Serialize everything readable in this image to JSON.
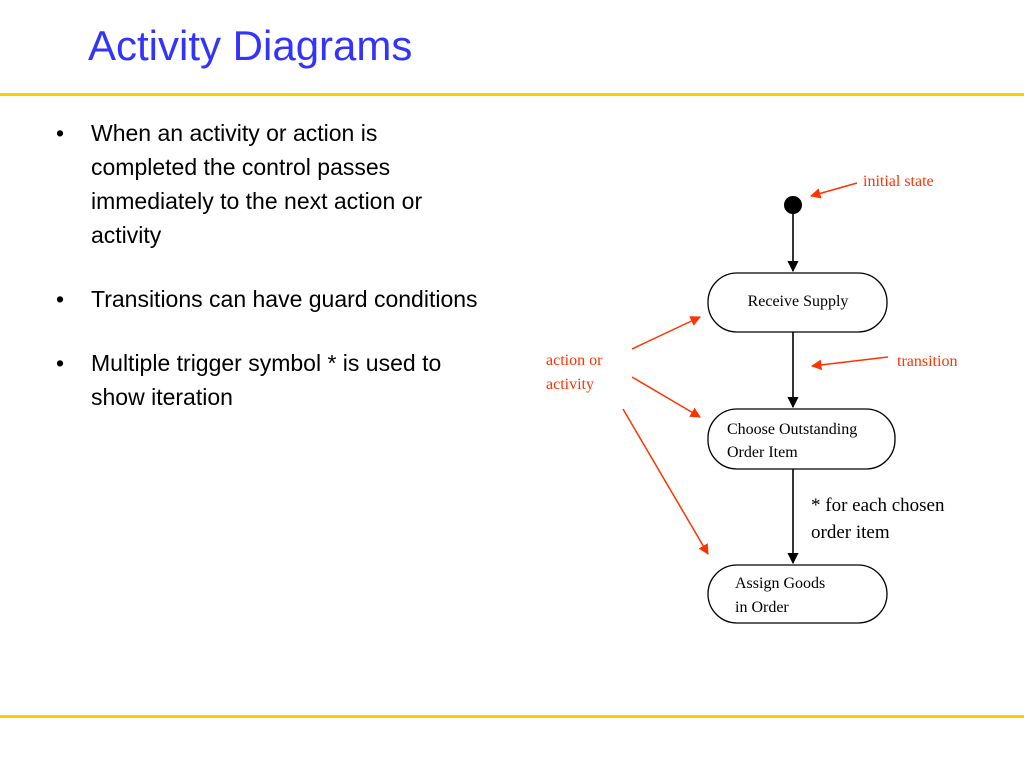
{
  "title": "Activity Diagrams",
  "bullets": [
    "When an activity or action is completed the control passes immediately to the next action or activity",
    "Transitions can have guard conditions",
    "Multiple trigger symbol * is used to show iteration"
  ],
  "bullet_glyph": "•",
  "diagram": {
    "states": [
      {
        "lines": [
          "Receive Supply"
        ]
      },
      {
        "lines": [
          "Choose Outstanding",
          "Order Item"
        ]
      },
      {
        "lines": [
          "Assign Goods",
          "in Order"
        ]
      }
    ],
    "annotations": {
      "initial_state": "initial state",
      "transition": "transition",
      "action_line1": "action or",
      "action_line2": "activity"
    },
    "guard_line1": "* for each chosen",
    "guard_line2": "order item"
  },
  "colors": {
    "title": "#3333ff",
    "rule": "#ffcc00",
    "annotation": "#ff3300",
    "diagram_line": "#000000"
  }
}
